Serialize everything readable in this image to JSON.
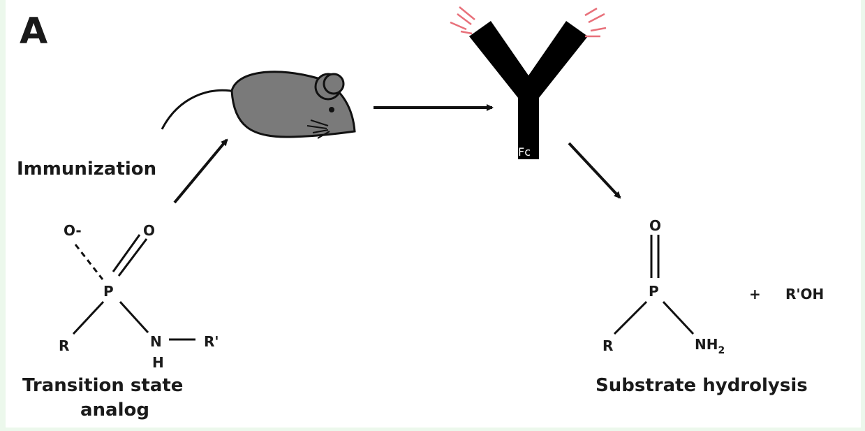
{
  "panel_label": "A",
  "immunization_label": "Immunization",
  "antibody_fc_label": "Fc",
  "transition_state": {
    "o_minus": "O-",
    "o_double": "O",
    "p": "P",
    "r": "R",
    "n": "N",
    "h": "H",
    "r_prime": "R'",
    "caption_line1": "Transition state",
    "caption_line2": "analog"
  },
  "product": {
    "o": "O",
    "p": "P",
    "r": "R",
    "nh2": "NH",
    "nh2_sub": "2",
    "plus": "+",
    "roh": "R'OH",
    "caption": "Substrate hydrolysis"
  },
  "colors": {
    "mouse_body": "#7a7a7a",
    "antibody": "#000000",
    "binding_site_lines": "#e8707a",
    "arrows": "#111111"
  }
}
